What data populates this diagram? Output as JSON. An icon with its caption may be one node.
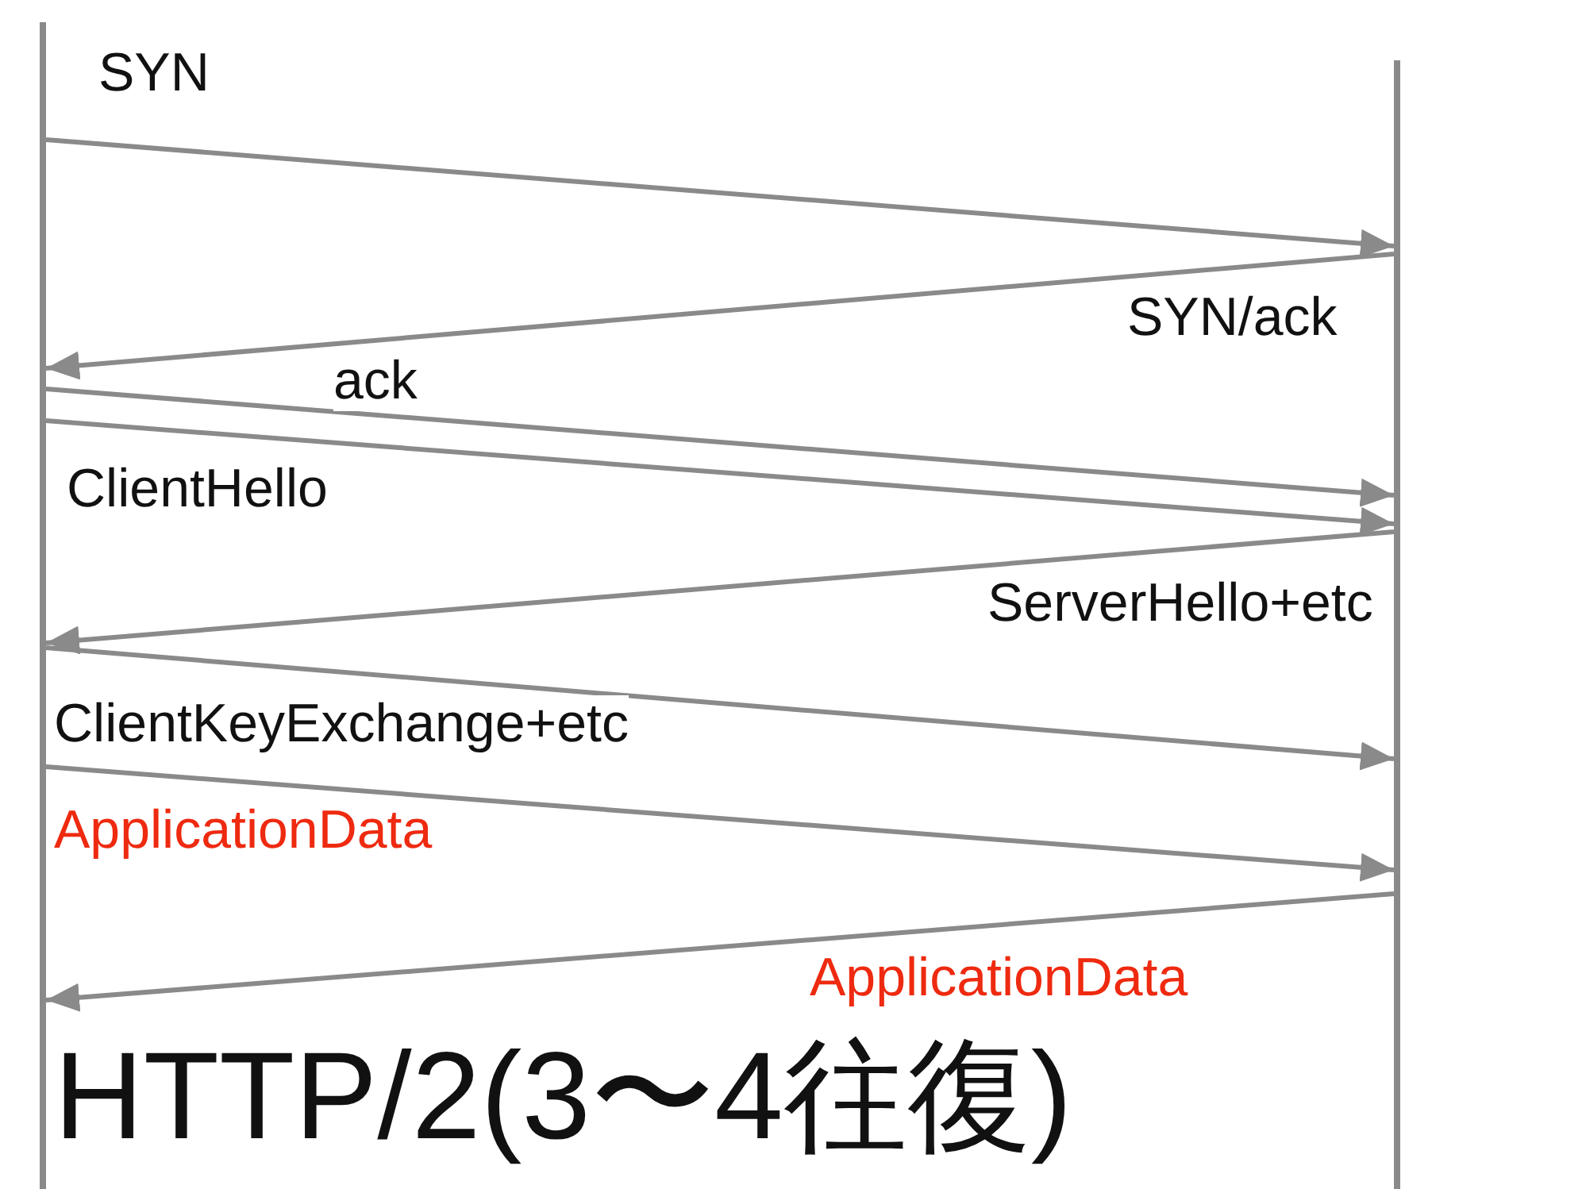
{
  "diagram": {
    "title": "HTTP/2(3〜4往復)",
    "nodes": [
      {
        "text": [],
        "shape": "bar"
      },
      {
        "text": [],
        "shape": "bar"
      }
    ],
    "edges": [
      {
        "from": 0,
        "to": 1,
        "arrow": "to",
        "label": "SYN"
      },
      {
        "from": 1,
        "to": 0,
        "arrow": "to",
        "label": "SYN/ack"
      },
      {
        "from": 0,
        "to": 1,
        "arrow": "to",
        "label": "ack"
      },
      {
        "from": 0,
        "to": 1,
        "arrow": "to",
        "label": "ClientHello"
      },
      {
        "from": 1,
        "to": 0,
        "arrow": "to",
        "label": "ServerHello+etc"
      },
      {
        "from": 0,
        "to": 1,
        "arrow": "to",
        "label": "ClientKeyExchange+etc"
      },
      {
        "from": 0,
        "to": 1,
        "arrow": "to",
        "label": "ApplicationData"
      },
      {
        "from": 1,
        "to": 0,
        "arrow": "to",
        "label": "ApplicationData"
      }
    ]
  }
}
